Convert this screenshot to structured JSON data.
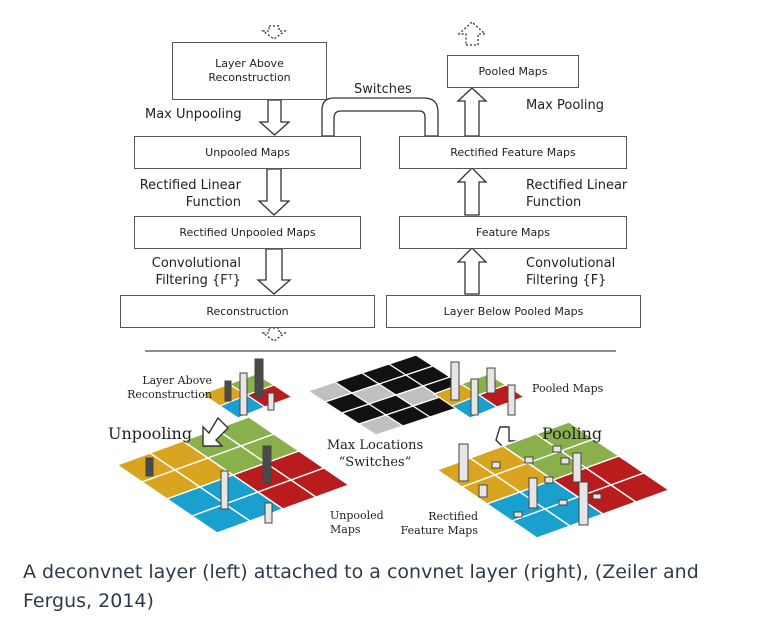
{
  "top": {
    "left": {
      "layer_above": "Layer Above Reconstruction",
      "unpooled": "Unpooled Maps",
      "rectified_unpooled": "Rectified Unpooled Maps",
      "reconstruction": "Reconstruction",
      "max_unpooling": "Max Unpooling",
      "relu_line1": "Rectified Linear",
      "relu_line2": "Function",
      "conv_line1": "Convolutional",
      "conv_line2": "Filtering {Fᵀ}"
    },
    "switches": "Switches",
    "right": {
      "pooled": "Pooled Maps",
      "rectified_feature": "Rectified Feature Maps",
      "feature": "Feature Maps",
      "layer_below": "Layer Below Pooled Maps",
      "max_pooling": "Max Pooling",
      "relu_line1": "Rectified Linear",
      "relu_line2": "Function",
      "conv_line1": "Convolutional",
      "conv_line2": "Filtering {F}"
    }
  },
  "bottom": {
    "layer_above_line1": "Layer Above",
    "layer_above_line2": "Reconstruction",
    "unpooling": "Unpooling",
    "max_locations_line1": "Max Locations",
    "max_locations_line2": "“Switches”",
    "pooled_maps": "Pooled Maps",
    "pooling": "Pooling",
    "unpooled_line1": "Unpooled",
    "unpooled_line2": "Maps",
    "rectified_line1": "Rectified",
    "rectified_line2": "Feature Maps"
  },
  "colors": {
    "yellow": "#d9a520",
    "green": "#8ab04c",
    "blue": "#1aa0cf",
    "red": "#b81c1c",
    "bar_light": "#e6e6e6",
    "bar_dark": "#4a4a4a"
  },
  "caption": "A deconvnet layer (left) attached to a convnet layer (right), (Zeiler and Fergus, 2014)"
}
